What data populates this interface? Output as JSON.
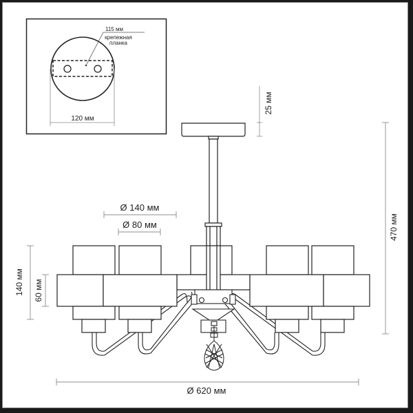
{
  "diagram": {
    "type": "technical-drawing",
    "subject": "chandelier with 5 shades",
    "inset": {
      "plate_diameter": "120 мм",
      "bracket_length": "115 мм",
      "bracket_label_line1": "крепежная",
      "bracket_label_line2": "планка"
    },
    "dimensions": {
      "canopy_height": "25 мм",
      "total_height": "470 мм",
      "shade_outer_diameter": "Ø 140 мм",
      "shade_inner_diameter": "Ø 80 мм",
      "shade_total_height": "140 мм",
      "shade_band_height": "60 мм",
      "total_diameter": "Ø 620 мм"
    },
    "colors": {
      "line": "#222222",
      "dimension_line": "#8c8c8c",
      "frame": "#1a1a1a",
      "background": "#ffffff"
    }
  }
}
